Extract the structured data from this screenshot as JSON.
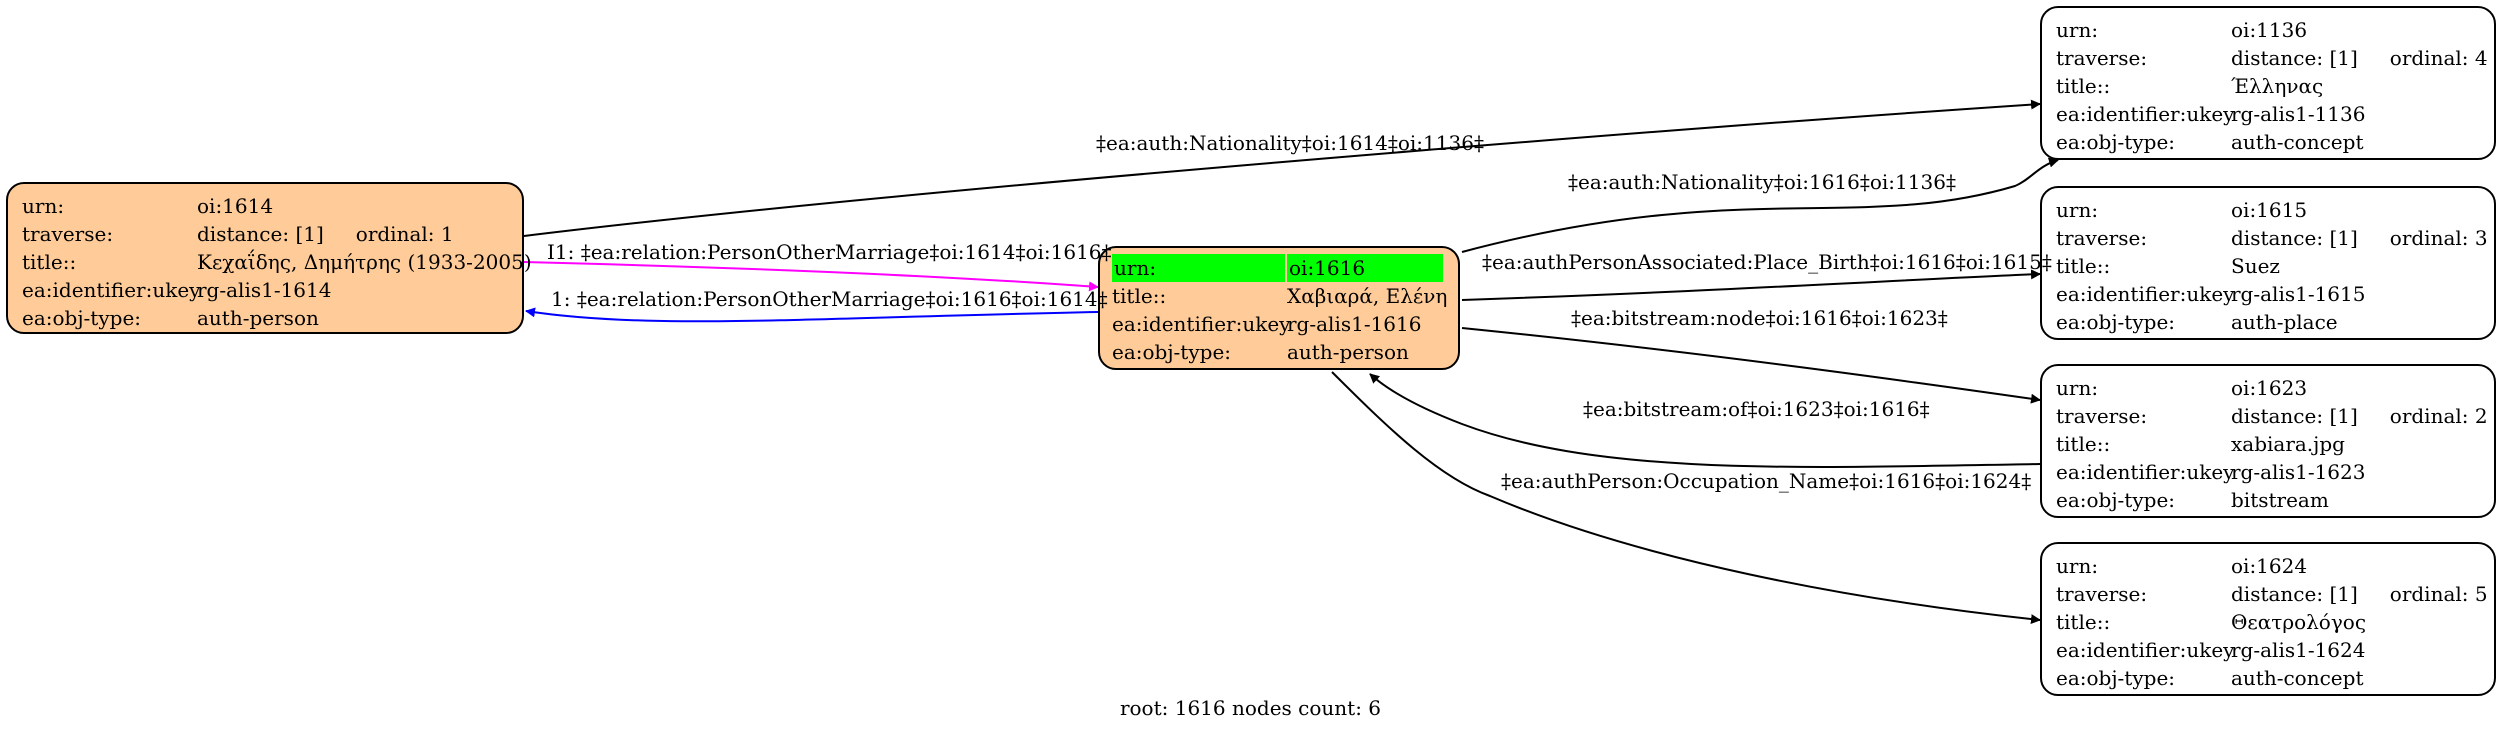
{
  "nodes": [
    {
      "id": "n1614",
      "rows": [
        {
          "k": "urn:",
          "v": "oi:1614"
        },
        {
          "k": "traverse:",
          "v": "distance: [1]",
          "extra": "ordinal: 1"
        },
        {
          "k": "title::",
          "v": "Κεχαΐδης, Δημήτρης (1933-2005)"
        },
        {
          "k": "ea:identifier:ukey",
          "v": "rg-alis1-1614"
        },
        {
          "k": "ea:obj-type:",
          "v": "auth-person"
        }
      ]
    },
    {
      "id": "n1616",
      "rows": [
        {
          "k": "urn:",
          "v": "oi:1616"
        },
        {
          "k": "title::",
          "v": "Χαβιαρά, Ελένη"
        },
        {
          "k": "ea:identifier:ukey",
          "v": "rg-alis1-1616"
        },
        {
          "k": "ea:obj-type:",
          "v": "auth-person"
        }
      ]
    },
    {
      "id": "n1136",
      "rows": [
        {
          "k": "urn:",
          "v": "oi:1136"
        },
        {
          "k": "traverse:",
          "v": "distance: [1]",
          "extra": "ordinal: 4"
        },
        {
          "k": "title::",
          "v": "Έλληνας"
        },
        {
          "k": "ea:identifier:ukey",
          "v": "rg-alis1-1136"
        },
        {
          "k": "ea:obj-type:",
          "v": "auth-concept"
        }
      ]
    },
    {
      "id": "n1615",
      "rows": [
        {
          "k": "urn:",
          "v": "oi:1615"
        },
        {
          "k": "traverse:",
          "v": "distance: [1]",
          "extra": "ordinal: 3"
        },
        {
          "k": "title::",
          "v": "Suez"
        },
        {
          "k": "ea:identifier:ukey",
          "v": "rg-alis1-1615"
        },
        {
          "k": "ea:obj-type:",
          "v": "auth-place"
        }
      ]
    },
    {
      "id": "n1623",
      "rows": [
        {
          "k": "urn:",
          "v": "oi:1623"
        },
        {
          "k": "traverse:",
          "v": "distance: [1]",
          "extra": "ordinal: 2"
        },
        {
          "k": "title::",
          "v": "xabiara.jpg"
        },
        {
          "k": "ea:identifier:ukey",
          "v": "rg-alis1-1623"
        },
        {
          "k": "ea:obj-type:",
          "v": "bitstream"
        }
      ]
    },
    {
      "id": "n1624",
      "rows": [
        {
          "k": "urn:",
          "v": "oi:1624"
        },
        {
          "k": "traverse:",
          "v": "distance: [1]",
          "extra": "ordinal: 5"
        },
        {
          "k": "title::",
          "v": "Θεατρολόγος"
        },
        {
          "k": "ea:identifier:ukey",
          "v": "rg-alis1-1624"
        },
        {
          "k": "ea:obj-type:",
          "v": "auth-concept"
        }
      ]
    }
  ],
  "edges": [
    {
      "id": "e1",
      "label": "‡ea:auth:Nationality‡oi:1614‡oi:1136‡",
      "color": "#000000"
    },
    {
      "id": "e2",
      "label": "I1: ‡ea:relation:PersonOtherMarriage‡oi:1614‡oi:1616‡",
      "color": "#ff00ff"
    },
    {
      "id": "e3",
      "label": "1: ‡ea:relation:PersonOtherMarriage‡oi:1616‡oi:1614‡",
      "color": "#0000ff"
    },
    {
      "id": "e4",
      "label": "‡ea:auth:Nationality‡oi:1616‡oi:1136‡",
      "color": "#000000"
    },
    {
      "id": "e5",
      "label": "‡ea:authPersonAssociated:Place_Birth‡oi:1616‡oi:1615‡",
      "color": "#000000"
    },
    {
      "id": "e6",
      "label": "‡ea:bitstream:node‡oi:1616‡oi:1623‡",
      "color": "#000000"
    },
    {
      "id": "e7",
      "label": "‡ea:bitstream:of‡oi:1623‡oi:1616‡",
      "color": "#000000"
    },
    {
      "id": "e8",
      "label": "‡ea:authPerson:Occupation_Name‡oi:1616‡oi:1624‡",
      "color": "#000000"
    }
  ],
  "footer": "root: 1616 nodes count: 6",
  "colors": {
    "root_fill": "#ffcc99",
    "highlight": "#00ff00",
    "node_fill": "#ffffff"
  }
}
